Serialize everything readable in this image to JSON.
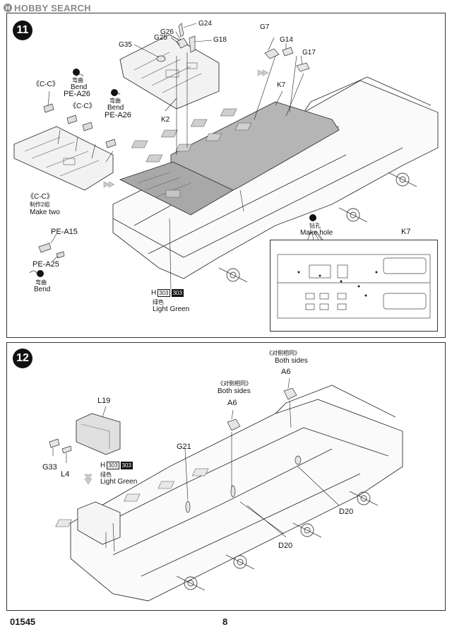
{
  "watermark": {
    "text": "HOBBY SEARCH",
    "logo_icon": "hobbysearch-logo-icon"
  },
  "step11": {
    "number": "11",
    "labels": {
      "g24": "G24",
      "g26": "G26",
      "g25": "G25",
      "g18": "G18",
      "g35": "G35",
      "g7": "G7",
      "g14": "G14",
      "g17": "G17",
      "k2": "K2",
      "k7_main": "K7",
      "k7_inset": "K7",
      "cc_1": "《C-C》",
      "cc_2": "《C-C》",
      "cc_3": "《C-C》",
      "bend_cn_1": "弯曲",
      "bend_en_1": "Bend",
      "pe_a26_1": "PE-A26",
      "bend_cn_2": "弯曲",
      "bend_en_2": "Bend",
      "pe_a26_2": "PE-A26",
      "make_two_cn": "制作2组",
      "make_two_en": "Make two",
      "pe_a15": "PE-A15",
      "pe_a25": "PE-A25",
      "bend_cn_3": "弯曲",
      "bend_en_3": "Bend",
      "make_hole_cn": "钻孔",
      "make_hole_en": "Make hole",
      "paint_letter": "H",
      "paint_code_1": "303",
      "paint_code_2": "303",
      "paint_cn": "绿色",
      "paint_en": "Light Green"
    }
  },
  "step12": {
    "number": "12",
    "labels": {
      "both_cn_1": "《对侧相同》",
      "both_en_1": "Both sides",
      "a6_1": "A6",
      "both_cn_2": "《对侧相同》",
      "both_en_2": "Both sides",
      "a6_2": "A6",
      "l19": "L19",
      "g33": "G33",
      "l4": "L4",
      "g21": "G21",
      "d20_1": "D20",
      "d20_2": "D20",
      "paint_letter": "H",
      "paint_code_1": "303",
      "paint_code_2": "303",
      "paint_cn": "绿色",
      "paint_en": "Light Green"
    }
  },
  "footer": {
    "code": "01545",
    "page": "8"
  }
}
